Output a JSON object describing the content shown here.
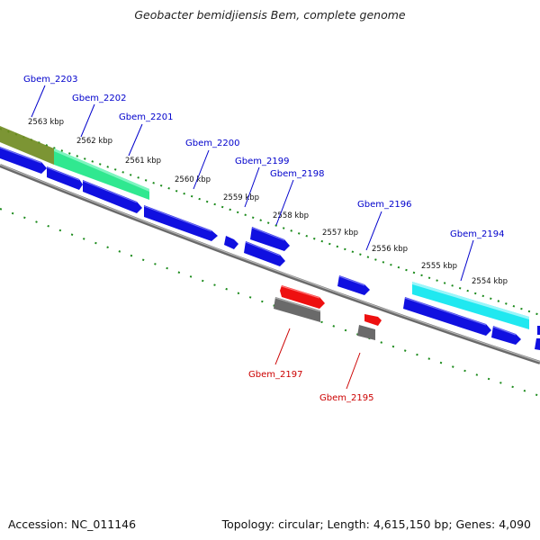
{
  "title": "Geobacter bemidjiensis Bem, complete genome",
  "footer": {
    "accession_label": "Accession:",
    "accession": "NC_011146",
    "topology_label": "Topology:",
    "topology": "circular",
    "length_label": "Length:",
    "length": "4,615,150 bp",
    "genes_label": "Genes:",
    "genes": "4,090"
  },
  "colors": {
    "forward_gene": "#1010e0",
    "rna_gene": "#ee1010",
    "pseudo_gene": "#707070",
    "highlight_green": "#30e890",
    "highlight_olive": "#6e8a1e",
    "highlight_cyan": "#20e8f0",
    "tick": "#1a8a1a",
    "backbone": "#8a8a8a",
    "gene_label_blue": "#0000cc",
    "gene_label_red": "#cc0000"
  },
  "positions": [
    {
      "text": "2563 kbp"
    },
    {
      "text": "2562 kbp"
    },
    {
      "text": "2561 kbp"
    },
    {
      "text": "2560 kbp"
    },
    {
      "text": "2559 kbp"
    },
    {
      "text": "2558 kbp"
    },
    {
      "text": "2557 kbp"
    },
    {
      "text": "2556 kbp"
    },
    {
      "text": "2555 kbp"
    },
    {
      "text": "2554 kbp"
    }
  ],
  "gene_labels": [
    {
      "text": "Gbem_2203",
      "color": "blue"
    },
    {
      "text": "Gbem_2202",
      "color": "blue"
    },
    {
      "text": "Gbem_2201",
      "color": "blue"
    },
    {
      "text": "Gbem_2200",
      "color": "blue"
    },
    {
      "text": "Gbem_2199",
      "color": "blue"
    },
    {
      "text": "Gbem_2198",
      "color": "blue"
    },
    {
      "text": "Gbem_2196",
      "color": "blue"
    },
    {
      "text": "Gbem_2194",
      "color": "blue"
    },
    {
      "text": "Gbem_2197",
      "color": "red"
    },
    {
      "text": "Gbem_2195",
      "color": "red"
    }
  ]
}
